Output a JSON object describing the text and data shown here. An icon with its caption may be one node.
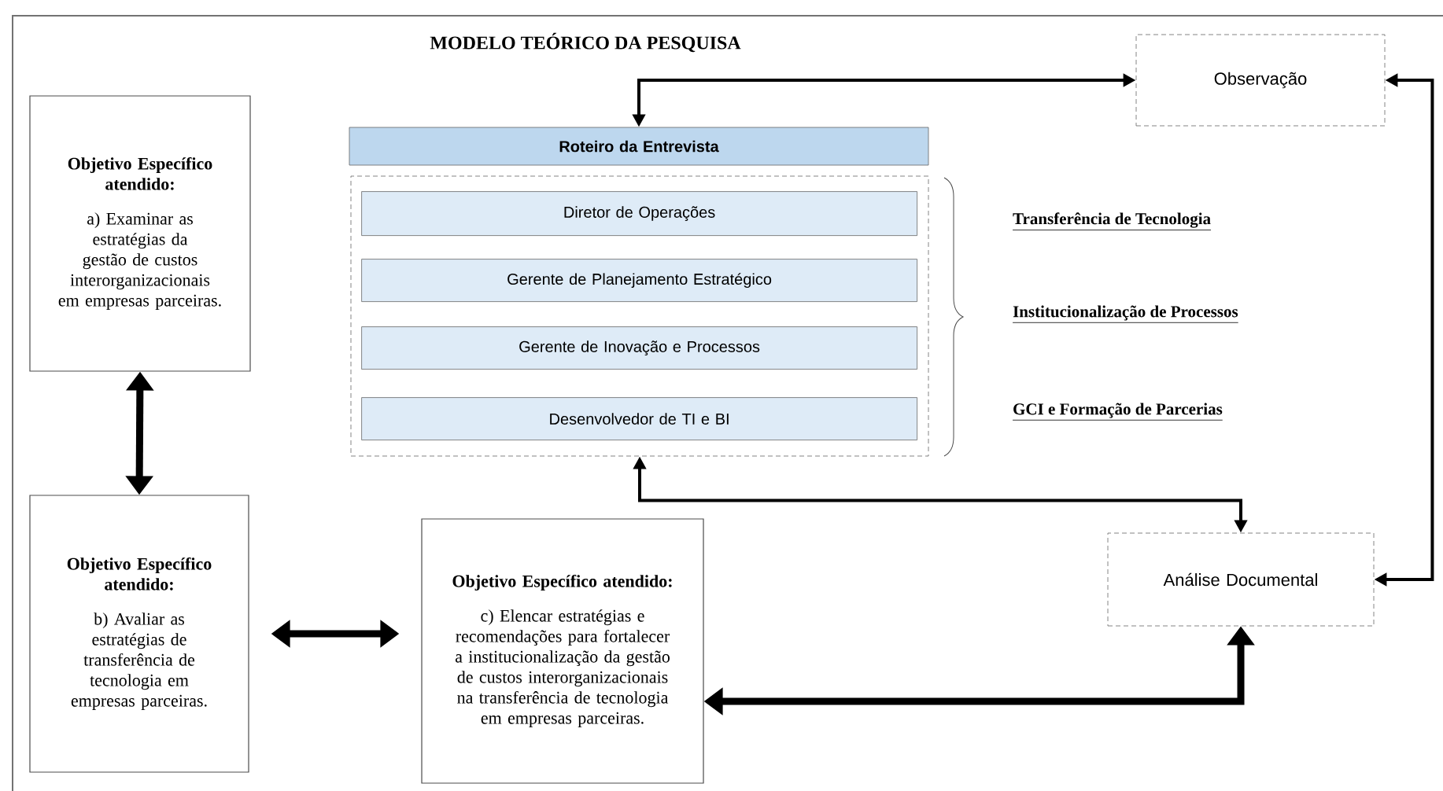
{
  "diagram": {
    "title": "MODELO TEÓRICO DA PESQUISA",
    "nodes": [
      {
        "text": [
          "Objetivo Específico atendido:",
          "a) Examinar as estratégias da gestão de custos interorganizacionais em empresas parceiras."
        ]
      },
      {
        "text": [
          "Objetivo Específico atendido:",
          "b) Avaliar as estratégias de transferência de tecnologia em empresas parceiras."
        ]
      },
      {
        "text": [
          "Objetivo Específico atendido:",
          "c) Elencar estratégias e recomendações para fortalecer a institucionalização da gestão de custos interorganizacionais na transferência de tecnologia em empresas parceiras."
        ]
      },
      {
        "text": [
          "Roteiro da Entrevista"
        ]
      },
      {
        "text": [],
        "shape": "box"
      },
      {
        "text": [
          "Diretor de Operações"
        ],
        "in": 4
      },
      {
        "text": [
          "Gerente de Planejamento Estratégico"
        ],
        "in": 4
      },
      {
        "text": [
          "Gerente de Inovação e Processos"
        ],
        "in": 4
      },
      {
        "text": [
          "Desenvolvedor de TI e BI"
        ],
        "in": 4
      },
      {
        "text": [
          "Observação"
        ]
      },
      {
        "text": [
          "Análise Documental"
        ]
      }
    ],
    "edges": [
      {
        "from": 0,
        "to": 1,
        "arrow": "both",
        "style": "thick"
      },
      {
        "from": 1,
        "to": 2,
        "arrow": "both",
        "style": "thick"
      },
      {
        "from": 9,
        "to": 3,
        "arrow": "both"
      },
      {
        "from": 4,
        "to": 10,
        "arrow": "both"
      },
      {
        "from": 9,
        "to": 10,
        "arrow": "both"
      },
      {
        "from": 10,
        "to": 2,
        "arrow": "both",
        "style": "thick"
      }
    ],
    "labels": [
      "Transferência de Tecnologia",
      "Institucionalização de Processos",
      "GCI e Formação de Parcerias"
    ]
  }
}
